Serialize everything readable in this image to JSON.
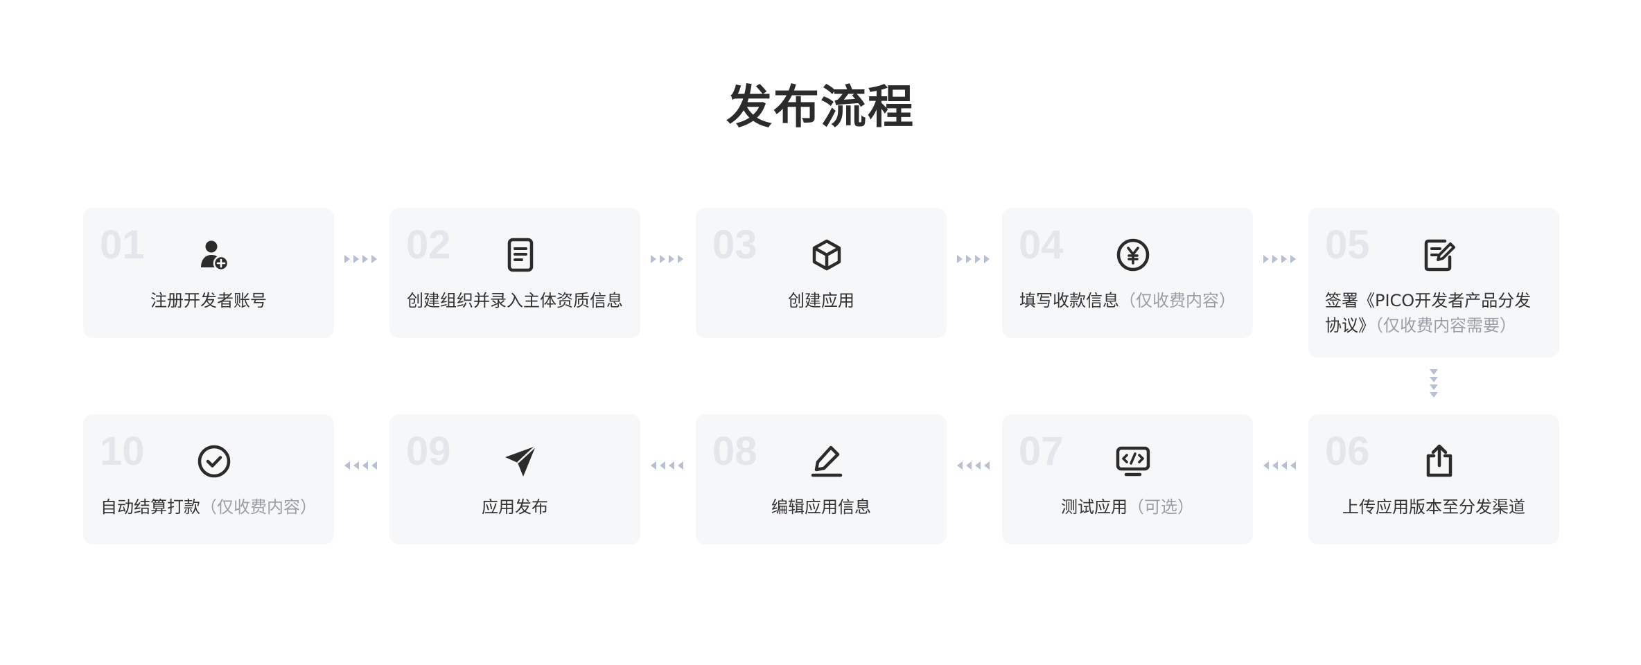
{
  "title": "发布流程",
  "steps": [
    {
      "num": "01",
      "label": "注册开发者账号",
      "note": "",
      "icon": "user-add-icon"
    },
    {
      "num": "02",
      "label": "创建组织并录入主体资质信息",
      "note": "",
      "icon": "document-icon"
    },
    {
      "num": "03",
      "label": "创建应用",
      "note": "",
      "icon": "box-icon"
    },
    {
      "num": "04",
      "label": "填写收款信息",
      "note": "（仅收费内容）",
      "icon": "yen-icon"
    },
    {
      "num": "05",
      "label": "签署《PICO开发者产品分发协议》",
      "note": "（仅收费内容需要）",
      "icon": "sign-icon"
    },
    {
      "num": "06",
      "label": "上传应用版本至分发渠道",
      "note": "",
      "icon": "upload-icon"
    },
    {
      "num": "07",
      "label": "测试应用",
      "note": "（可选）",
      "icon": "code-monitor-icon"
    },
    {
      "num": "08",
      "label": "编辑应用信息",
      "note": "",
      "icon": "edit-icon"
    },
    {
      "num": "09",
      "label": "应用发布",
      "note": "",
      "icon": "send-icon"
    },
    {
      "num": "10",
      "label": "自动结算打款",
      "note": "（仅收费内容）",
      "icon": "check-circle-icon"
    }
  ],
  "colors": {
    "card_bg": "#f6f7f9",
    "number": "#e3e6eb",
    "icon": "#2b2b2b",
    "note": "#9a9ea6",
    "connector": "#b7c0d3"
  }
}
